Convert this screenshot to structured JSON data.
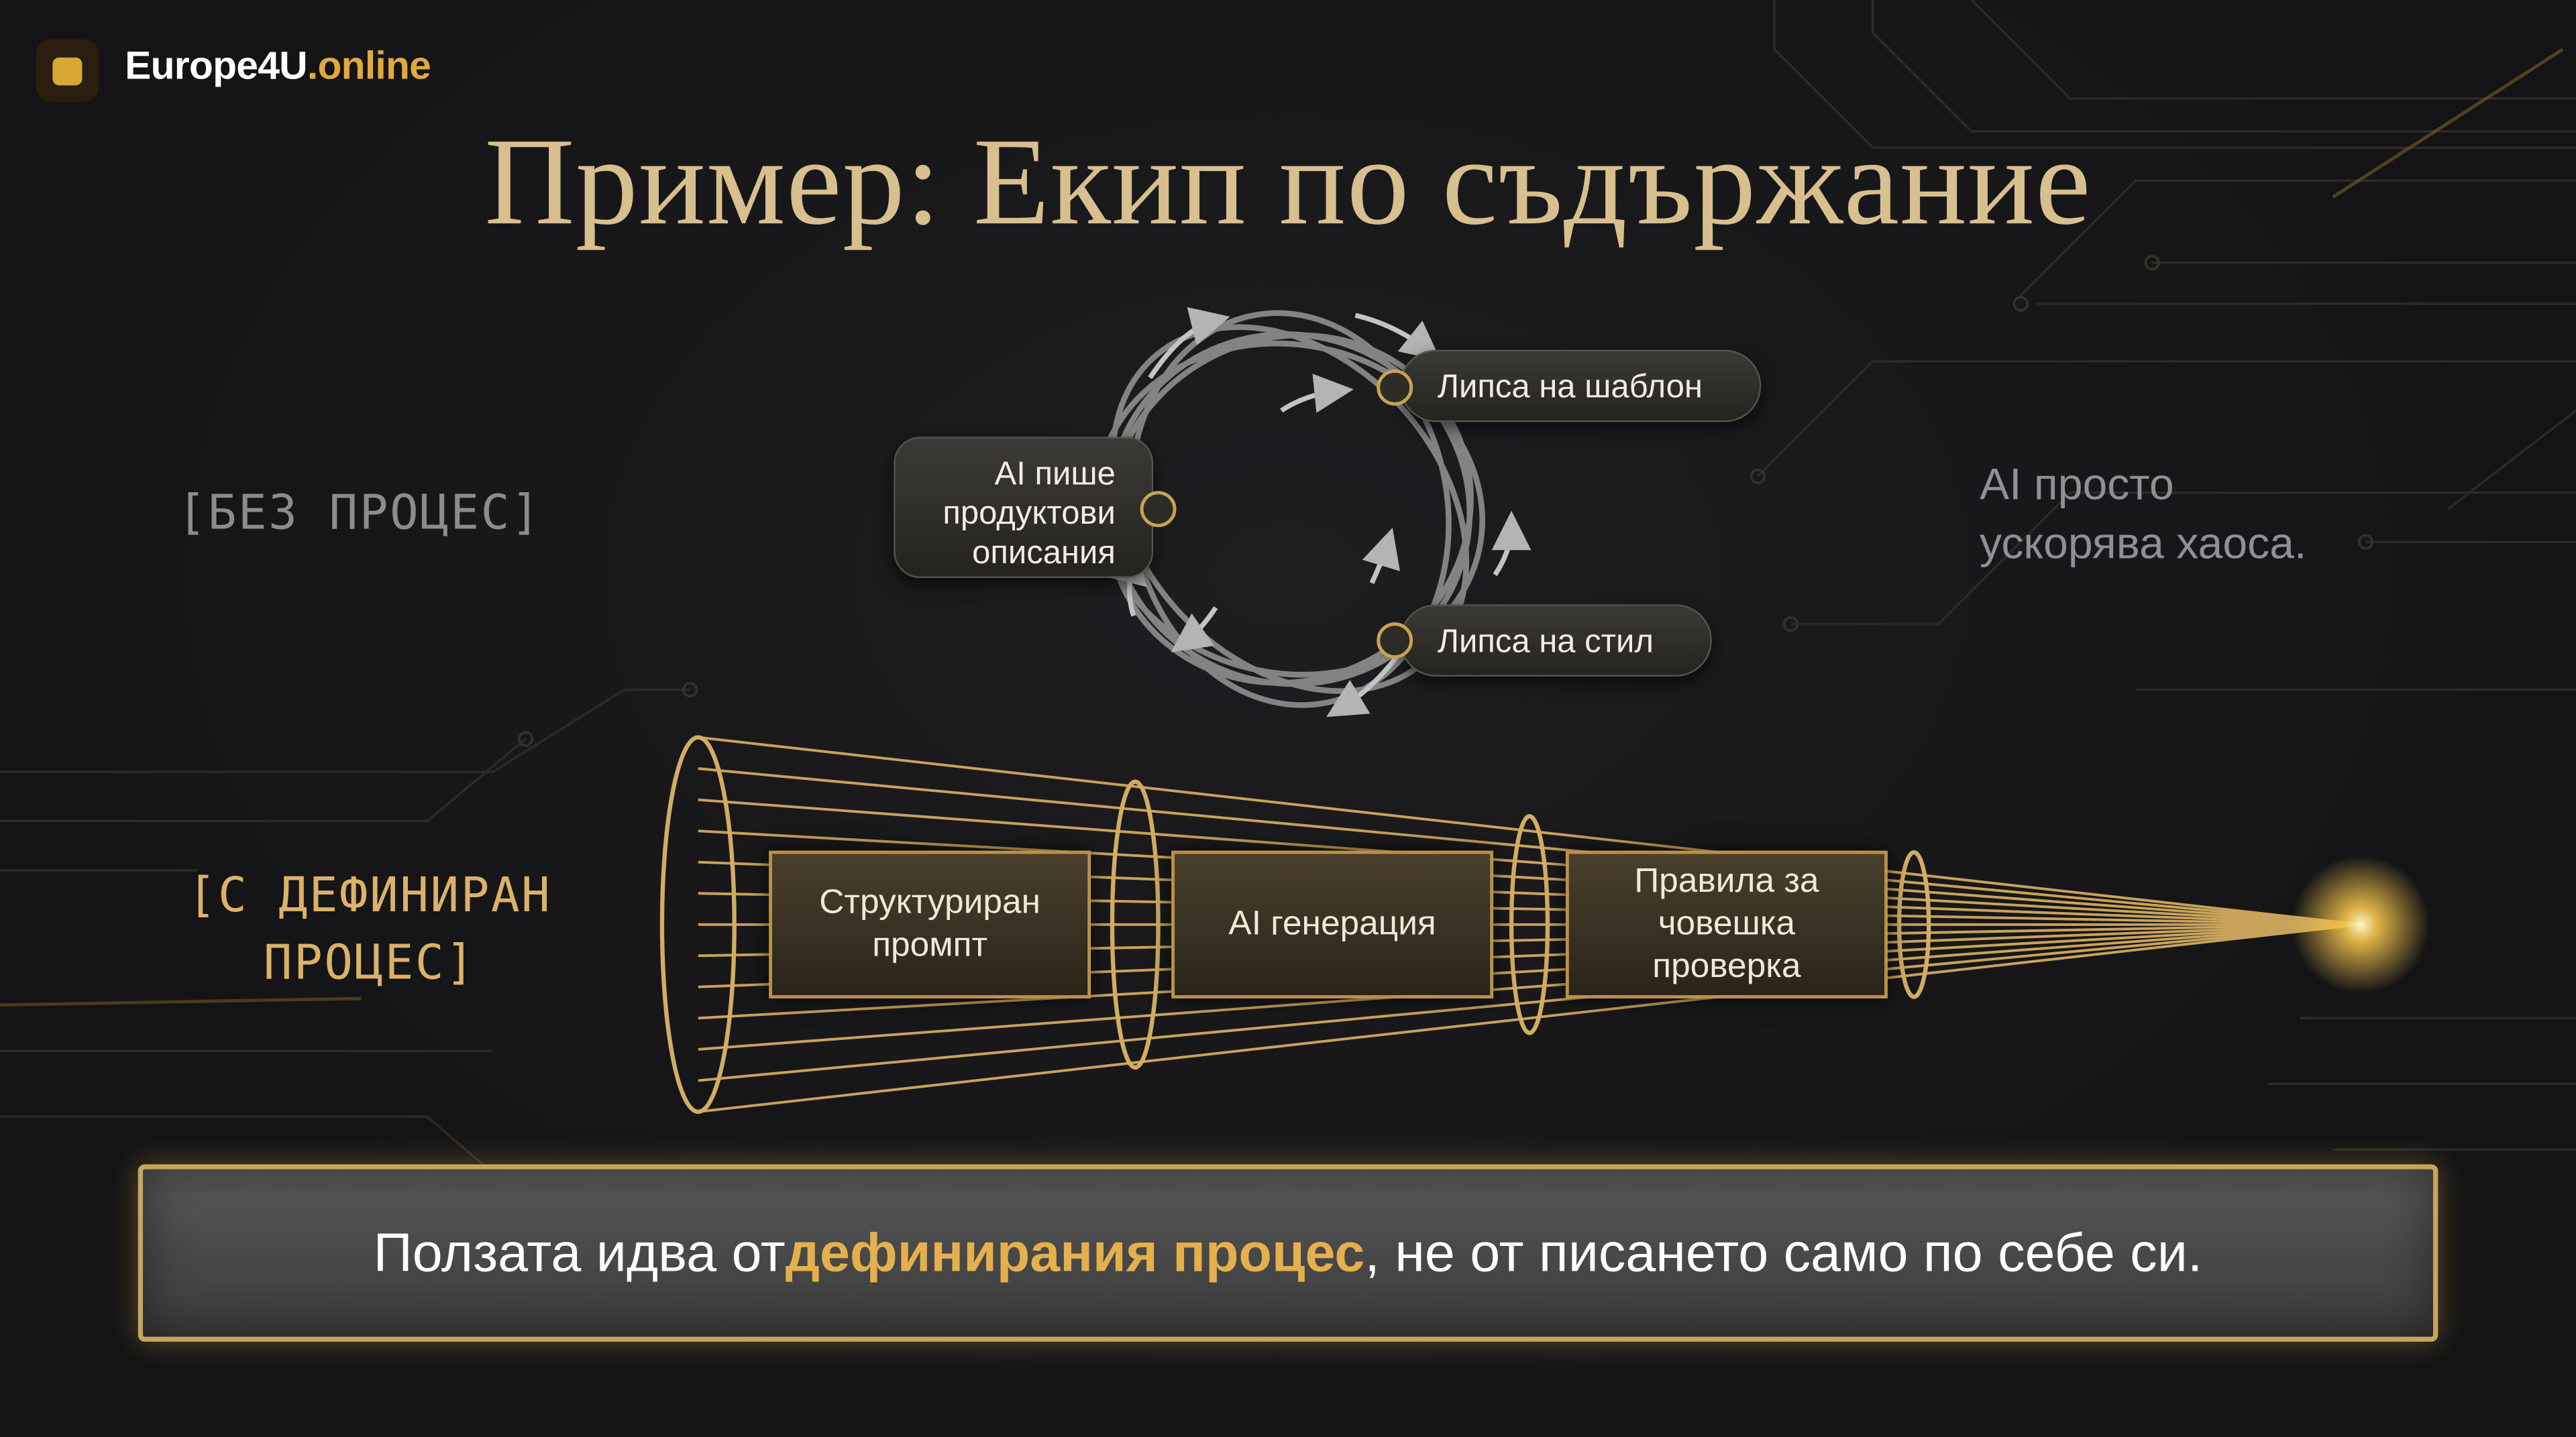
{
  "header": {
    "brand_main": "Europe4U",
    "brand_accent": ".online",
    "title": "Пример: Екип по съдържание"
  },
  "without_process": {
    "label": "[БЕЗ ПРОЦЕС]",
    "center_node": "AI пише продуктови описания",
    "center_node_lines": [
      "AI пише",
      "продуктови",
      "описания"
    ],
    "issue_template": "Липса на шаблон",
    "issue_style": "Липса на стил",
    "note_lines": [
      "AI просто",
      "ускорява хаоса."
    ]
  },
  "with_process": {
    "label_lines": [
      "[С ДЕФИНИРАН",
      "ПРОЦЕС]"
    ],
    "steps": [
      {
        "lines": [
          "Структуриран",
          "промпт"
        ]
      },
      {
        "lines": [
          "AI генерация"
        ]
      },
      {
        "lines": [
          "Правила за",
          "човешка",
          "проверка"
        ]
      }
    ]
  },
  "banner": {
    "before": "Ползата идва от ",
    "highlight": "дефинирания процес",
    "after": ", не от писането само по себе си."
  },
  "colors": {
    "background": "#141416",
    "gold": "#d7bf8e",
    "accent": "#e4b04d",
    "muted": "#8c8c8f"
  }
}
